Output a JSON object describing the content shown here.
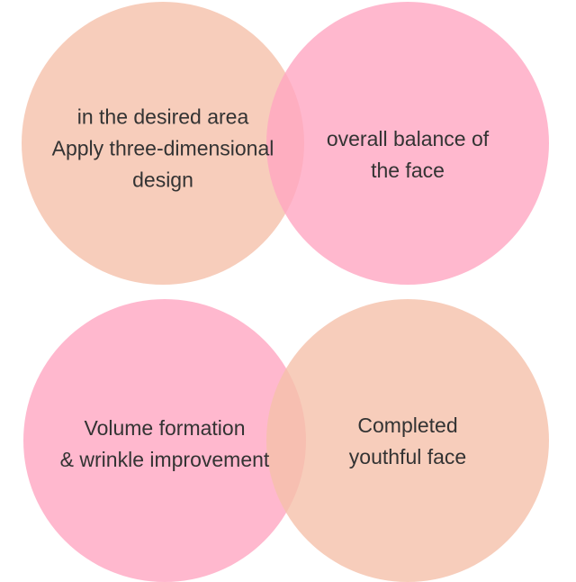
{
  "colors": {
    "peach": "#f5c0aa",
    "pink": "#ffa6c2",
    "text": "#333333",
    "background": "#ffffff"
  },
  "venn_top": {
    "left_circle": {
      "lines": [
        "in the desired area",
        "Apply three-dimensional",
        "design"
      ]
    },
    "right_circle": {
      "lines": [
        "overall balance of",
        "the face"
      ]
    }
  },
  "venn_bottom": {
    "left_circle": {
      "lines": [
        "Volume formation",
        "& wrinkle improvement"
      ]
    },
    "right_circle": {
      "lines": [
        "Completed",
        "youthful face"
      ]
    }
  }
}
